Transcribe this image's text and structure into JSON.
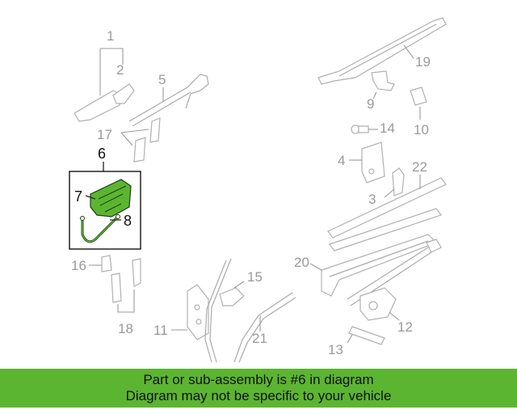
{
  "labels": {
    "p1": "1",
    "p2": "2",
    "p3": "3",
    "p4": "4",
    "p5": "5",
    "p6": "6",
    "p7": "7",
    "p8": "8",
    "p9": "9",
    "p10": "10",
    "p11": "11",
    "p12": "12",
    "p13": "13",
    "p14": "14",
    "p15": "15",
    "p16": "16",
    "p17": "17",
    "p18": "18",
    "p19": "19",
    "p20": "20",
    "p21": "21",
    "p22": "22"
  },
  "highlight_color": "#5cb531",
  "banner": {
    "line1": "Part or sub-assembly is #6 in diagram",
    "line2": "Diagram may not be specific to your vehicle"
  }
}
